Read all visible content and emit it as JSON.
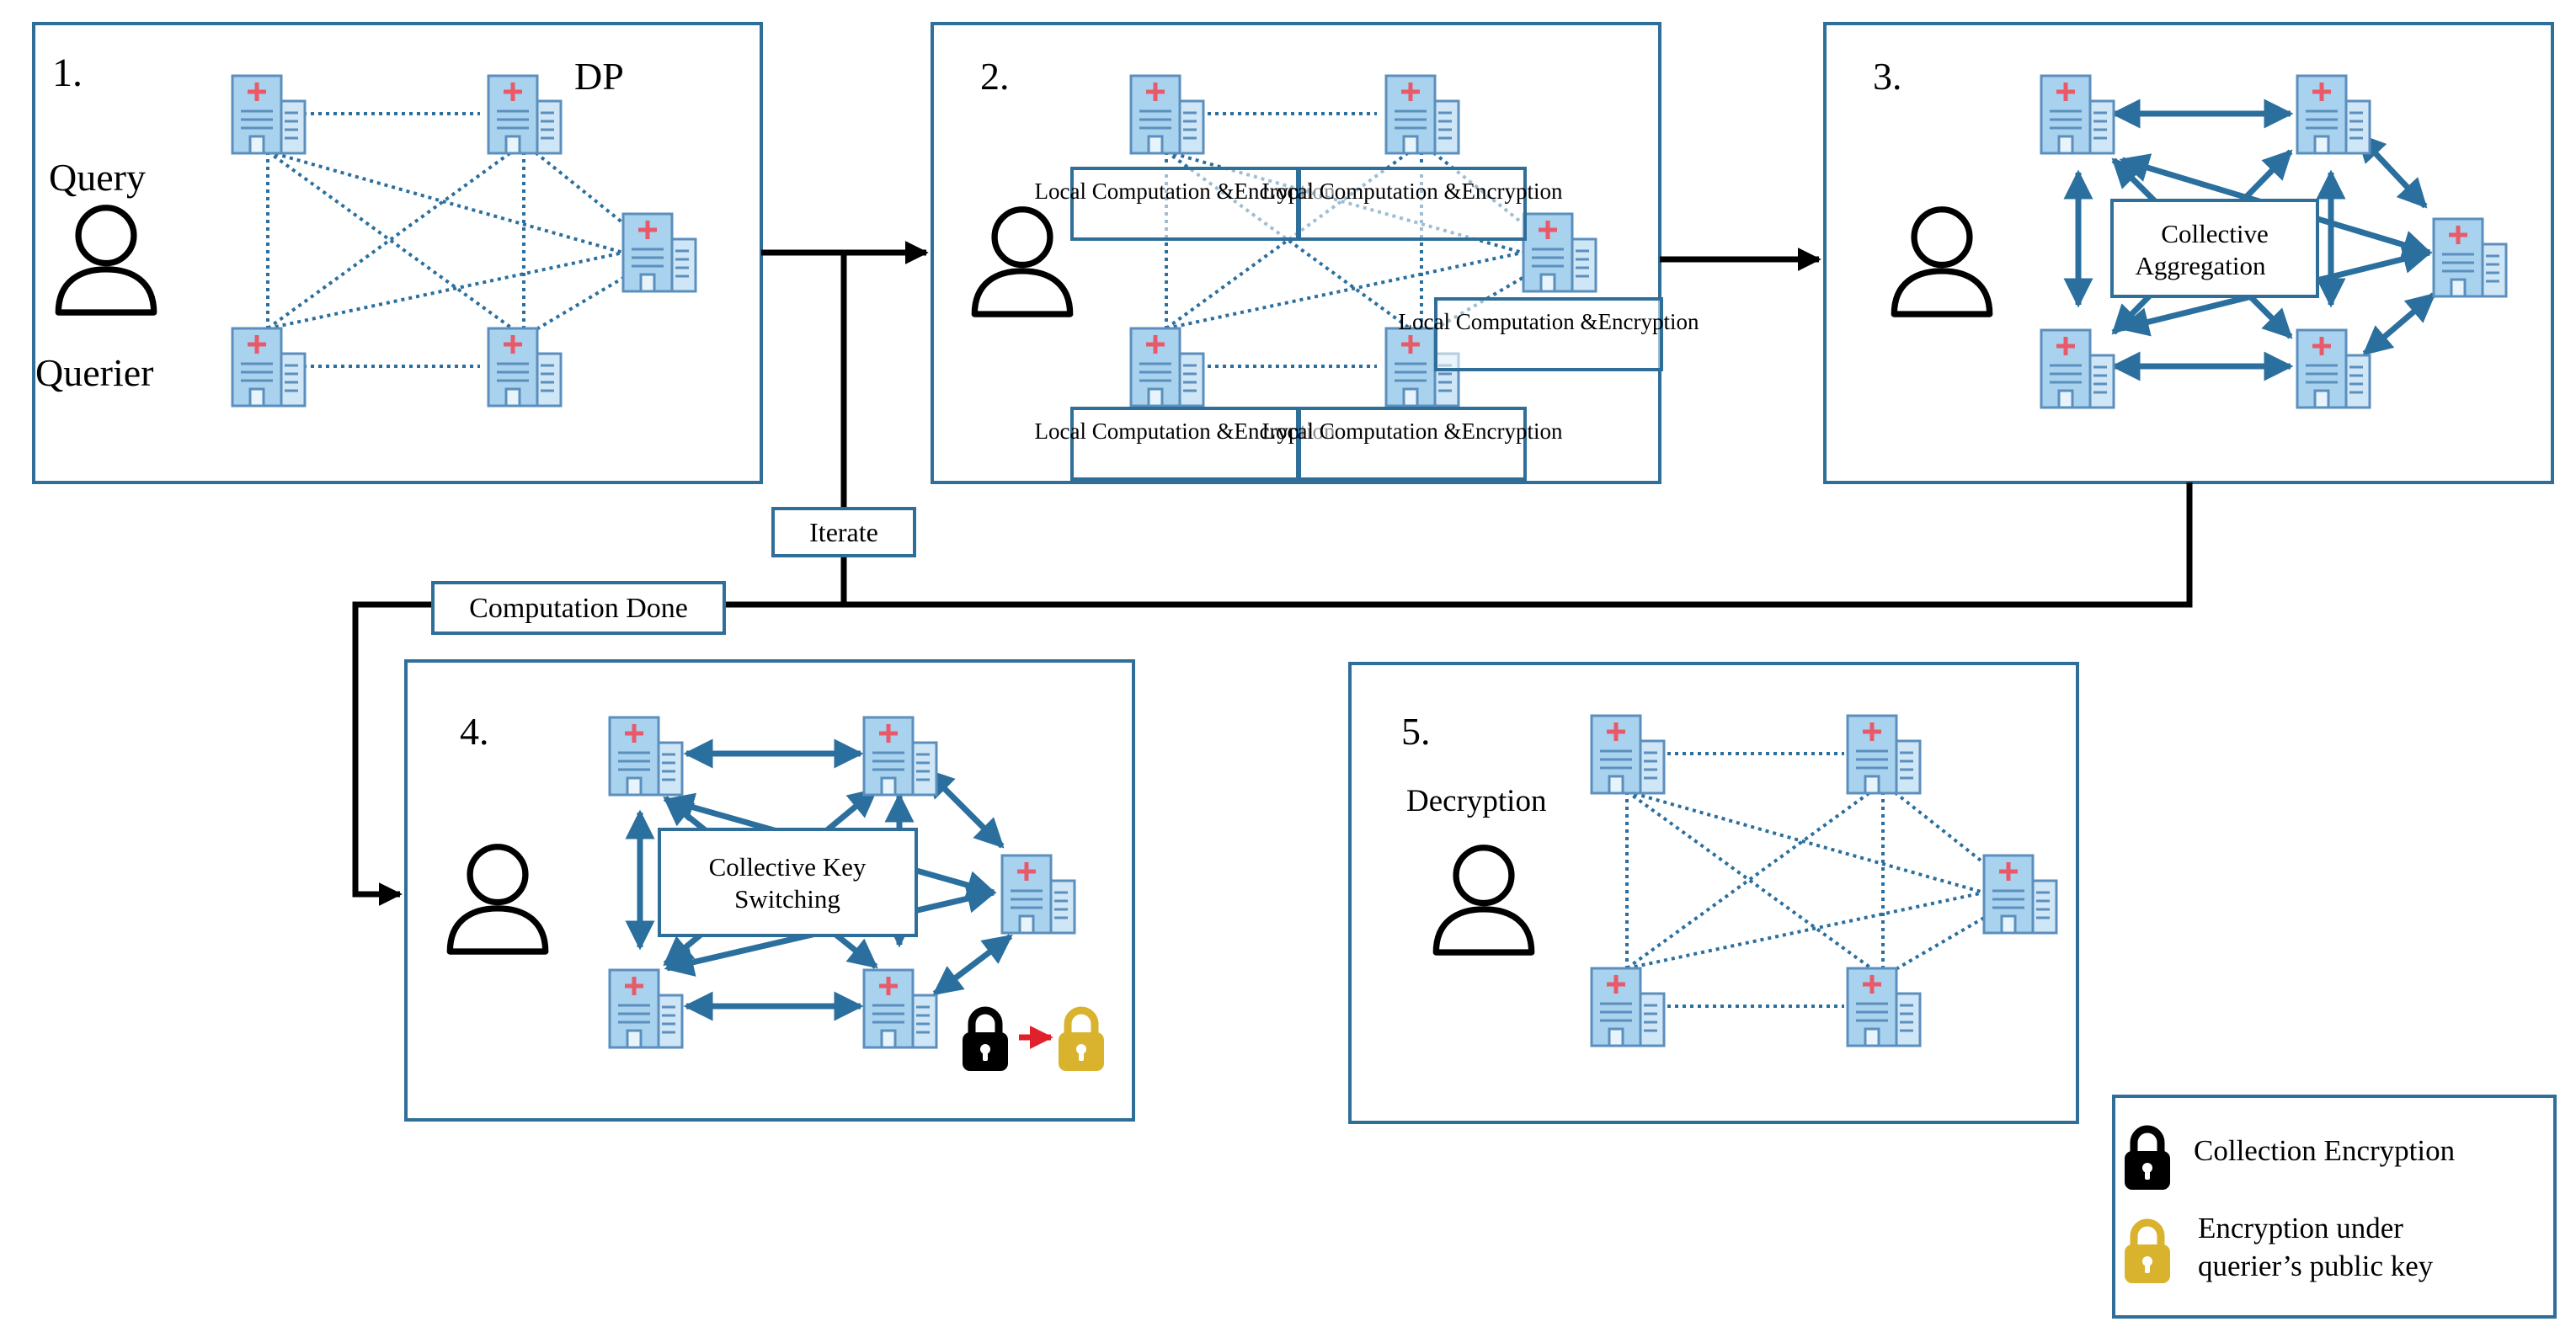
{
  "colors": {
    "panel_border": "#2e6e99",
    "link": "#2b6f9e",
    "hospital_body": "#a8d2ee",
    "hospital_outline": "#5b8fbd",
    "hospital_cross": "#e85a6a",
    "lock_collective": "#000000",
    "lock_querier": "#d9b22e",
    "key_switch_arrow": "#e0202a"
  },
  "icons": {
    "node": "hospital-building-icon",
    "user": "person-outline-icon",
    "lock": "padlock-icon"
  },
  "steps": [
    {
      "number": "1.",
      "extra_label": "DP",
      "user_label_top": "Query",
      "user_label_bottom": "Querier"
    },
    {
      "number": "2.",
      "local_labels": [
        "Local Computation &Encryption",
        "Local Computation &Encryption",
        "Local Computation &Encryption",
        "Local Computation &Encryption",
        "Local Computation &Encryption"
      ]
    },
    {
      "number": "3.",
      "center_label_line1": "Collective",
      "center_label_line2": "Aggregation"
    },
    {
      "number": "4.",
      "center_label_line1": "Collective Key",
      "center_label_line2": "Switching"
    },
    {
      "number": "5.",
      "user_label": "Decryption"
    }
  ],
  "flow": {
    "iterate_label": "Iterate",
    "done_label": "Computation Done"
  },
  "legend": {
    "item1": "Collection Encryption",
    "item2_line1": "Encryption under",
    "item2_line2": "querier’s public key"
  }
}
